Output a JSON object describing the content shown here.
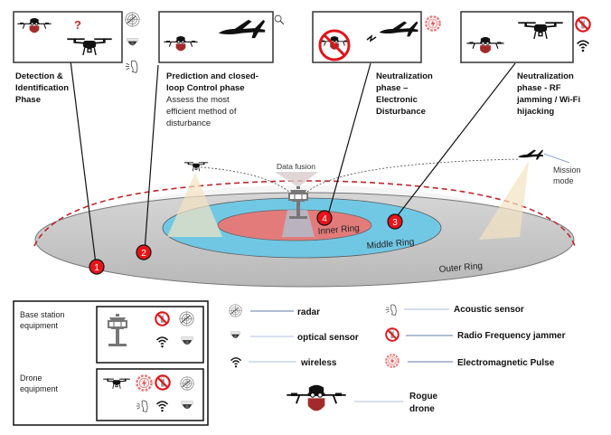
{
  "phases": [
    {
      "number": "1",
      "title": "Detection & Identification Phase",
      "title_lines": [
        "Detection &",
        "Identification",
        "Phase"
      ],
      "description": "",
      "side_icons": [
        "radar-icon",
        "optical-sensor-icon",
        "acoustic-sensor-icon"
      ],
      "box_content": [
        "rogue-drone-icon",
        "question-mark-icon",
        "quadcopter-icon"
      ],
      "question_mark": "?"
    },
    {
      "number": "2",
      "title": "Prediction and closed-loop Control phase",
      "title_lines": [
        "Prediction and closed-",
        "loop Control phase"
      ],
      "description_lines": [
        "Assess the most",
        "efficient method of",
        "disturbance"
      ],
      "side_icons": [
        "magnifier-icon"
      ],
      "box_content": [
        "rogue-drone-icon",
        "fixed-wing-drone-icon"
      ]
    },
    {
      "number": "4",
      "title": "Neutralization phase – Electronic Disturbance",
      "title_lines": [
        "Neutralization",
        "phase –",
        "Electronic",
        "Disturbance"
      ],
      "description": "",
      "side_icons": [
        "emp-icon"
      ],
      "box_content": [
        "prohibited-rogue-drone-icon",
        "lightning-icon",
        "fixed-wing-drone-icon"
      ]
    },
    {
      "number": "3",
      "title": "Neutralization phase - RF jamming / Wi-Fi hijacking",
      "title_lines": [
        "Neutralization",
        "phase - RF",
        "jamming / Wi-Fi",
        "hijacking"
      ],
      "description": "",
      "side_icons": [
        "rf-jammer-icon",
        "wireless-icon"
      ],
      "box_content": [
        "rogue-drone-icon",
        "quadcopter-icon"
      ]
    }
  ],
  "scene": {
    "data_fusion_label": "Data fusion",
    "mission_mode_lines": [
      "Mission",
      "mode"
    ],
    "rings": {
      "inner": "Inner Ring",
      "middle": "Middle Ring",
      "outer": "Outer Ring"
    },
    "markers": [
      "1",
      "2",
      "3",
      "4"
    ],
    "colors": {
      "inner": "#e07a7a",
      "middle": "#5bc3e3",
      "outer": "#c8c8c8",
      "marker": "#e8141a",
      "boundary": "#c0282d",
      "cone": "#f5e6cc"
    }
  },
  "equipment": {
    "base_station_lines": [
      "Base station",
      "equipment"
    ],
    "drone_lines": [
      "Drone",
      "equipment"
    ]
  },
  "legend": {
    "items": [
      {
        "icon": "radar-icon",
        "label": "radar"
      },
      {
        "icon": "optical-sensor-icon",
        "label": "optical sensor"
      },
      {
        "icon": "wireless-icon",
        "label": "wireless"
      },
      {
        "icon": "acoustic-sensor-icon",
        "label": "Acoustic sensor"
      },
      {
        "icon": "rf-jammer-icon",
        "label": "Radio Frequency jammer"
      },
      {
        "icon": "emp-icon",
        "label": "Electromagnetic Pulse"
      }
    ],
    "rogue_lines": [
      "Rogue",
      "drone"
    ]
  }
}
